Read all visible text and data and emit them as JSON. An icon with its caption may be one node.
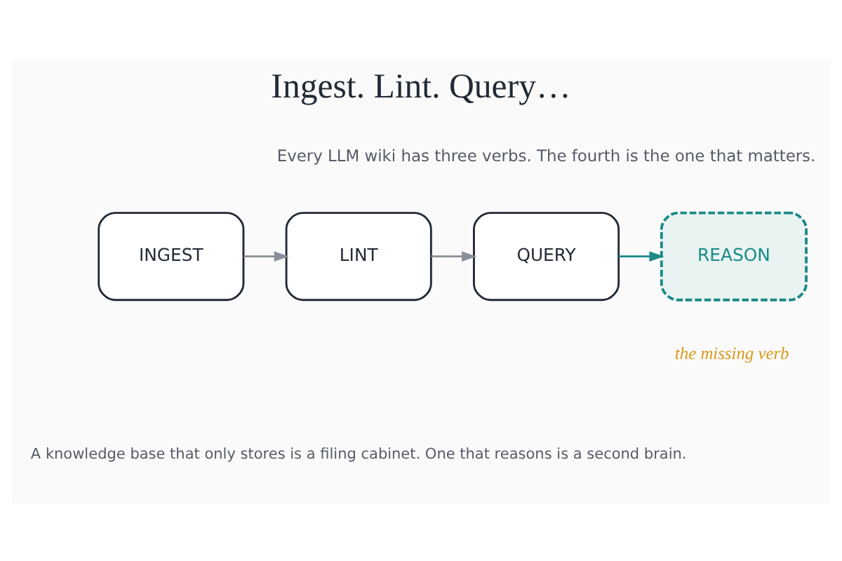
{
  "diagram": {
    "title": "Ingest. Lint. Query…",
    "nodes": [
      {
        "text": [
          "INGEST"
        ]
      },
      {
        "text": [
          "LINT"
        ]
      },
      {
        "text": [
          "QUERY"
        ]
      },
      {
        "text": [
          "REASON"
        ],
        "beside": [
          "the missing verb"
        ]
      }
    ],
    "edges": [
      {
        "from": 0,
        "to": 1,
        "arrow": "to"
      },
      {
        "from": 1,
        "to": 2,
        "arrow": "to"
      },
      {
        "from": 2,
        "to": 3,
        "arrow": "to",
        "color": "#1a8a87"
      }
    ],
    "labels": [
      "Every LLM wiki has three verbs. The fourth is the one that matters.",
      "A knowledge base that only stores is a filing cabinet. One that reasons is a second brain."
    ]
  }
}
